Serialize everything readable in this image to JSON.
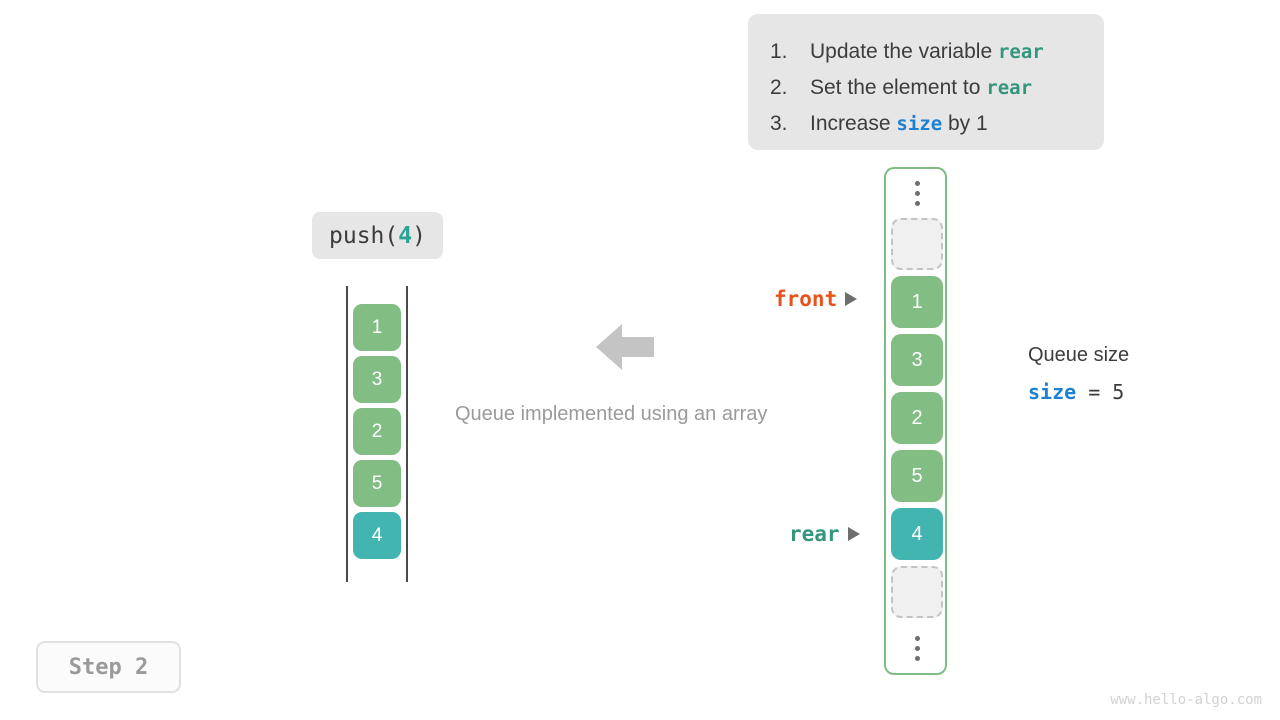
{
  "instructions": {
    "steps": [
      {
        "num": "1.",
        "pre": "Update the variable ",
        "code": "rear",
        "code_kind": "rear",
        "post": ""
      },
      {
        "num": "2.",
        "pre": "Set the element to ",
        "code": "rear",
        "code_kind": "rear",
        "post": ""
      },
      {
        "num": "3.",
        "pre": "Increase ",
        "code": "size",
        "code_kind": "size",
        "post": " by 1"
      }
    ]
  },
  "operation": {
    "name": "push(",
    "arg": "4",
    "close": ")"
  },
  "left_array": {
    "values": [
      "1",
      "3",
      "2",
      "5",
      "4"
    ],
    "highlight_index": 4
  },
  "right_array": {
    "top_ellipsis": "⋮",
    "bottom_ellipsis": "⋮",
    "cells": [
      {
        "value": "",
        "kind": "empty"
      },
      {
        "value": "1",
        "kind": "green"
      },
      {
        "value": "3",
        "kind": "green"
      },
      {
        "value": "2",
        "kind": "green"
      },
      {
        "value": "5",
        "kind": "green"
      },
      {
        "value": "4",
        "kind": "teal"
      },
      {
        "value": "",
        "kind": "empty"
      }
    ]
  },
  "pointers": {
    "front_label": "front",
    "rear_label": "rear"
  },
  "caption": "Queue implemented using an array",
  "queue_size": {
    "title": "Queue size",
    "var": "size",
    "equals": " = ",
    "value": "5"
  },
  "step_badge": "Step 2",
  "watermark": "www.hello-algo.com",
  "colors": {
    "green": "#82bd84",
    "teal": "#43b5b0",
    "rear_text": "#34967c",
    "size_text": "#1c80d4",
    "front_text": "#e8521b",
    "panel_bg": "#e6e6e6",
    "border_green": "#7cbe84",
    "muted": "#9a9a9a"
  }
}
